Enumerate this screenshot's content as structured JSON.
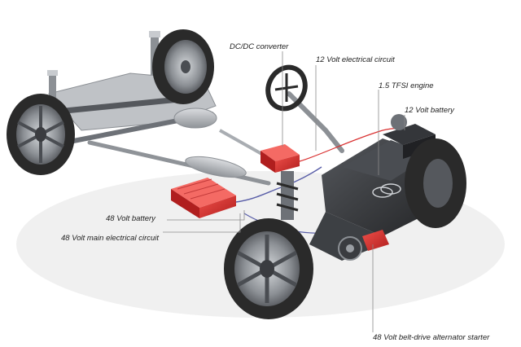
{
  "colors": {
    "background": "#ffffff",
    "leader_line": "#8a8a8a",
    "label_text": "#222222",
    "highlight_component": "#d93030",
    "tire": "#2a2a2a",
    "rim": "#9a9ea3",
    "chassis": "#6d7177",
    "engine_cover": "#3a3c40"
  },
  "labels": {
    "dcdc": "DC/DC converter",
    "twelve_circuit": "12 Volt electrical circuit",
    "engine": "1.5 TFSI engine",
    "twelve_battery": "12 Volt battery",
    "fortyeight_battery": "48 Volt battery",
    "fortyeight_circuit": "48 Volt main electrical circuit",
    "starter": "48 Volt belt-drive alternator starter"
  }
}
